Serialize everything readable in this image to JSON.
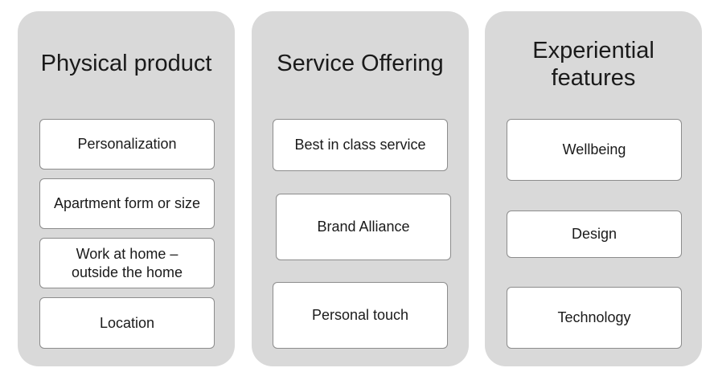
{
  "columns": [
    {
      "title": "Physical product",
      "items": [
        {
          "label": "Personalization"
        },
        {
          "label": "Apartment form or size"
        },
        {
          "label": "Work at home –\noutside the home"
        },
        {
          "label": "Location"
        }
      ]
    },
    {
      "title": "Service Offering",
      "items": [
        {
          "label": "Best in class service"
        },
        {
          "label": "Brand Alliance"
        },
        {
          "label": "Personal touch"
        }
      ]
    },
    {
      "title": "Experiential\nfeatures",
      "items": [
        {
          "label": "Wellbeing"
        },
        {
          "label": "Design"
        },
        {
          "label": "Technology"
        }
      ]
    }
  ],
  "colors": {
    "panel": "#d9d9d9",
    "card": "#ffffff",
    "card_border": "#8c8c8c",
    "text": "#1a1a1a"
  }
}
